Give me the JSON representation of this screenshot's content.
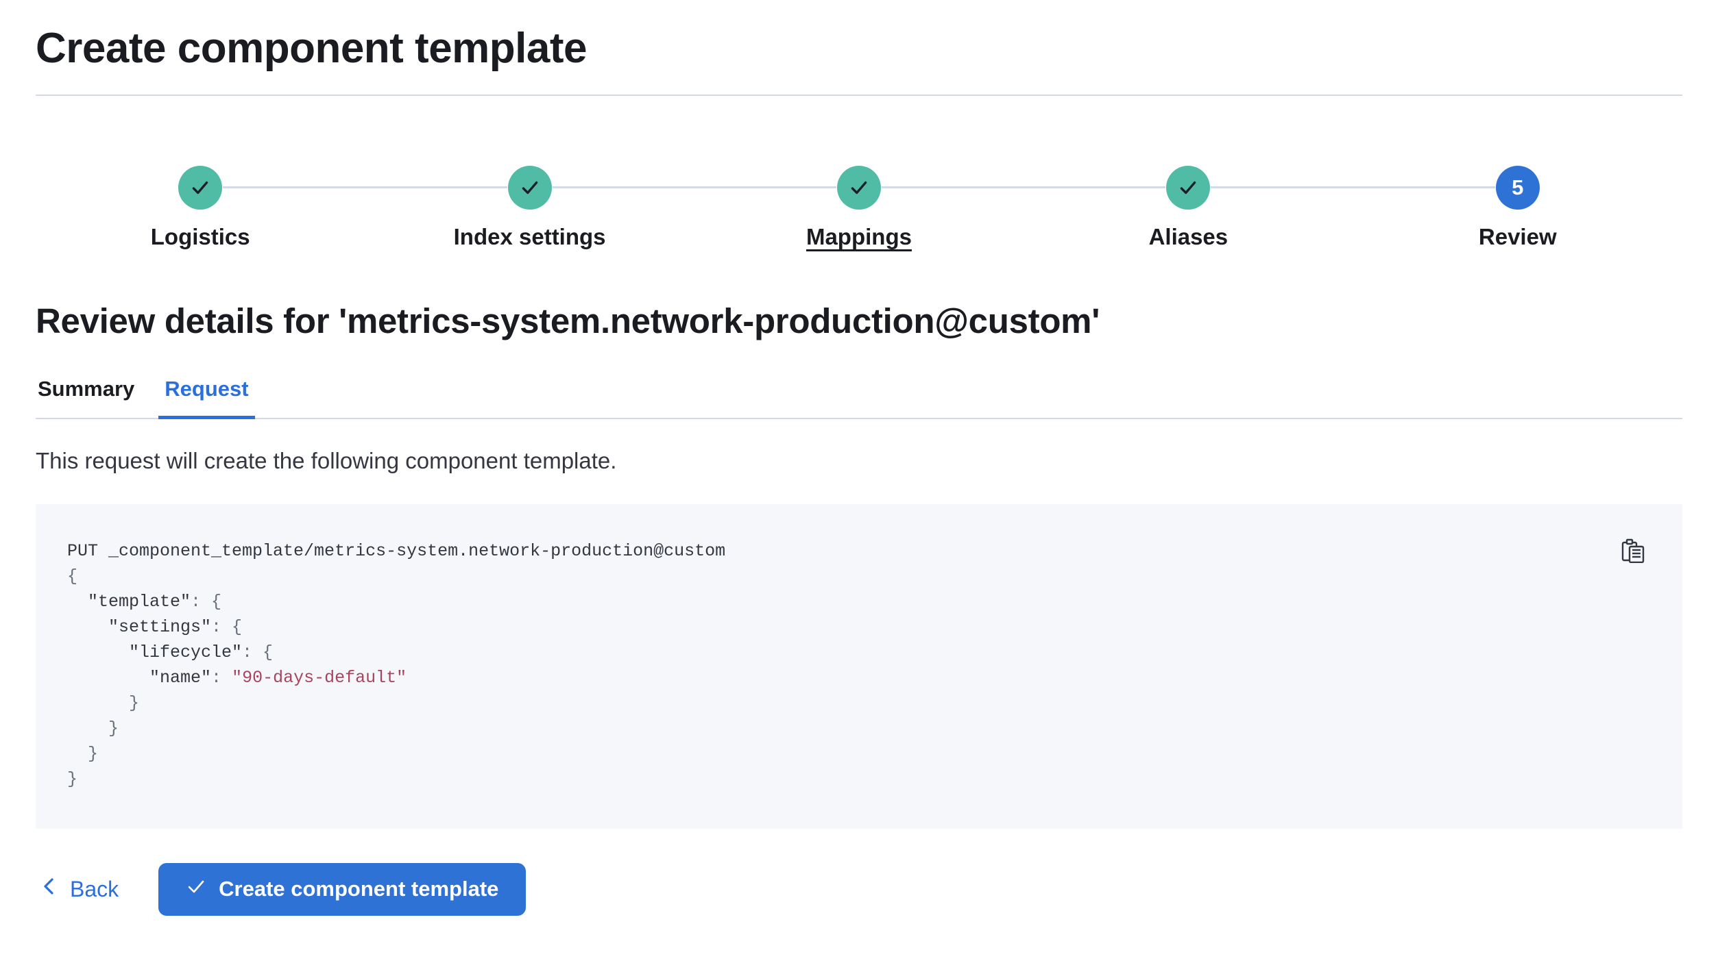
{
  "page": {
    "title": "Create component template"
  },
  "stepper": {
    "steps": [
      {
        "label": "Logistics",
        "status": "complete",
        "underlined": false
      },
      {
        "label": "Index settings",
        "status": "complete",
        "underlined": false
      },
      {
        "label": "Mappings",
        "status": "complete",
        "underlined": true
      },
      {
        "label": "Aliases",
        "status": "complete",
        "underlined": false
      },
      {
        "label": "Review",
        "status": "current",
        "number": "5",
        "underlined": false
      }
    ]
  },
  "review": {
    "heading": "Review details for 'metrics-system.network-production@custom'",
    "tabs": [
      {
        "label": "Summary",
        "active": false
      },
      {
        "label": "Request",
        "active": true
      }
    ],
    "description": "This request will create the following component template."
  },
  "code_block": {
    "copy_icon": "copy-clipboard-icon",
    "lines": [
      [
        [
          "plain",
          "PUT _component_template/metrics-system.network-production@custom"
        ]
      ],
      [
        [
          "punct",
          "{"
        ]
      ],
      [
        [
          "plain",
          "  "
        ],
        [
          "key",
          "\"template\""
        ],
        [
          "punct",
          ": {"
        ]
      ],
      [
        [
          "plain",
          "    "
        ],
        [
          "key",
          "\"settings\""
        ],
        [
          "punct",
          ": {"
        ]
      ],
      [
        [
          "plain",
          "      "
        ],
        [
          "key",
          "\"lifecycle\""
        ],
        [
          "punct",
          ": {"
        ]
      ],
      [
        [
          "plain",
          "        "
        ],
        [
          "key",
          "\"name\""
        ],
        [
          "punct",
          ": "
        ],
        [
          "string",
          "\"90-days-default\""
        ]
      ],
      [
        [
          "punct",
          "      }"
        ]
      ],
      [
        [
          "punct",
          "    }"
        ]
      ],
      [
        [
          "punct",
          "  }"
        ]
      ],
      [
        [
          "punct",
          "}"
        ]
      ]
    ]
  },
  "footer": {
    "back_label": "Back",
    "create_label": "Create component template"
  },
  "colors": {
    "accent_blue": "#2f72d6",
    "link_blue": "#2a6fdb",
    "success_teal": "#50bca5",
    "border_gray": "#d3dae6",
    "code_background": "#f5f7fa",
    "code_string": "#a8455e",
    "text_dark": "#1a1c21",
    "text_body": "#343741"
  }
}
